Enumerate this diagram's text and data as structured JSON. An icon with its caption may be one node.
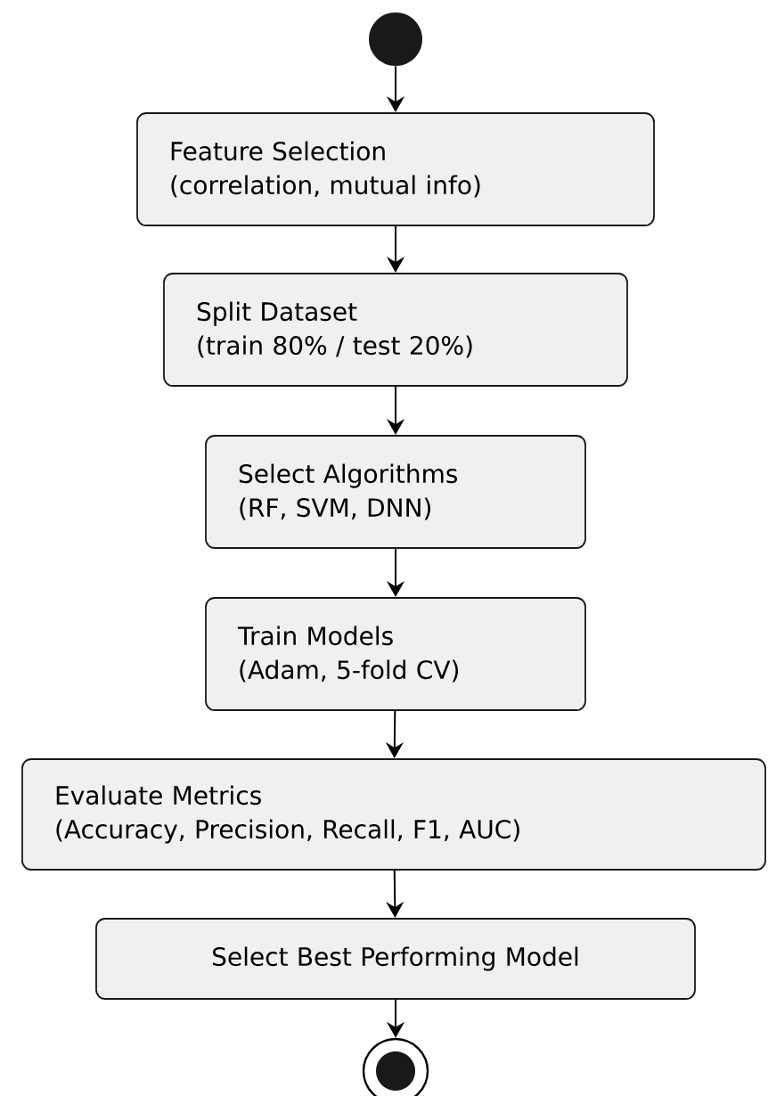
{
  "diagram": {
    "nodes": [
      {
        "text": [],
        "shape": "circle"
      },
      {
        "text": [
          "Feature Selection",
          "(correlation, mutual info)"
        ]
      },
      {
        "text": [
          "Split Dataset",
          "(train 80% / test 20%)"
        ]
      },
      {
        "text": [
          "Select Algorithms",
          "(RF, SVM, DNN)"
        ]
      },
      {
        "text": [
          "Train Models",
          "(Adam, 5-fold CV)"
        ]
      },
      {
        "text": [
          "Evaluate Metrics",
          "(Accuracy, Precision, Recall, F1, AUC)"
        ]
      },
      {
        "text": [
          "Select Best Performing Model"
        ]
      },
      {
        "text": [],
        "shape": "circle"
      }
    ],
    "edges": [
      {
        "from": 0,
        "to": 1,
        "arrow": "to"
      },
      {
        "from": 1,
        "to": 2,
        "arrow": "to"
      },
      {
        "from": 2,
        "to": 3,
        "arrow": "to"
      },
      {
        "from": 3,
        "to": 4,
        "arrow": "to"
      },
      {
        "from": 4,
        "to": 5,
        "arrow": "to"
      },
      {
        "from": 5,
        "to": 6,
        "arrow": "to"
      },
      {
        "from": 6,
        "to": 7,
        "arrow": "to"
      }
    ]
  }
}
